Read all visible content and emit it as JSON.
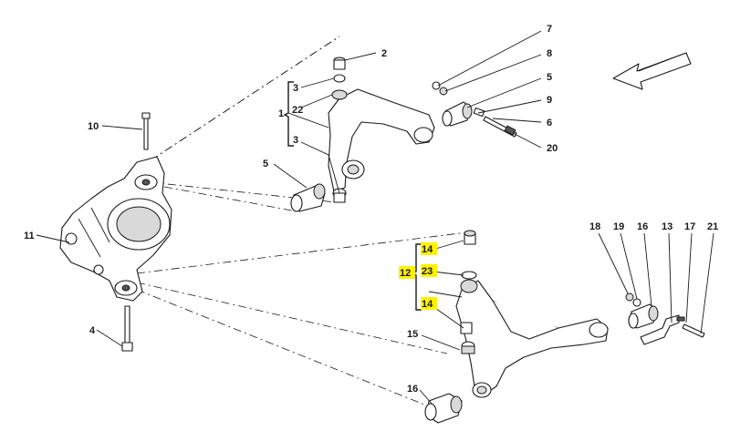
{
  "labels": {
    "l1": "1",
    "l2": "2",
    "l3a": "3",
    "l3b": "3",
    "l4": "4",
    "l5a": "5",
    "l5b": "5",
    "l6": "6",
    "l7": "7",
    "l8": "8",
    "l9": "9",
    "l10": "10",
    "l11": "11",
    "l12": "12",
    "l13": "13",
    "l14a": "14",
    "l14b": "14",
    "l15": "15",
    "l16a": "16",
    "l16b": "16",
    "l17": "17",
    "l18": "18",
    "l19": "19",
    "l20": "20",
    "l21": "21",
    "l22": "22",
    "l23": "23"
  },
  "highlight_color": "#fff200",
  "icons": {
    "direction": "direction-arrow-icon"
  }
}
